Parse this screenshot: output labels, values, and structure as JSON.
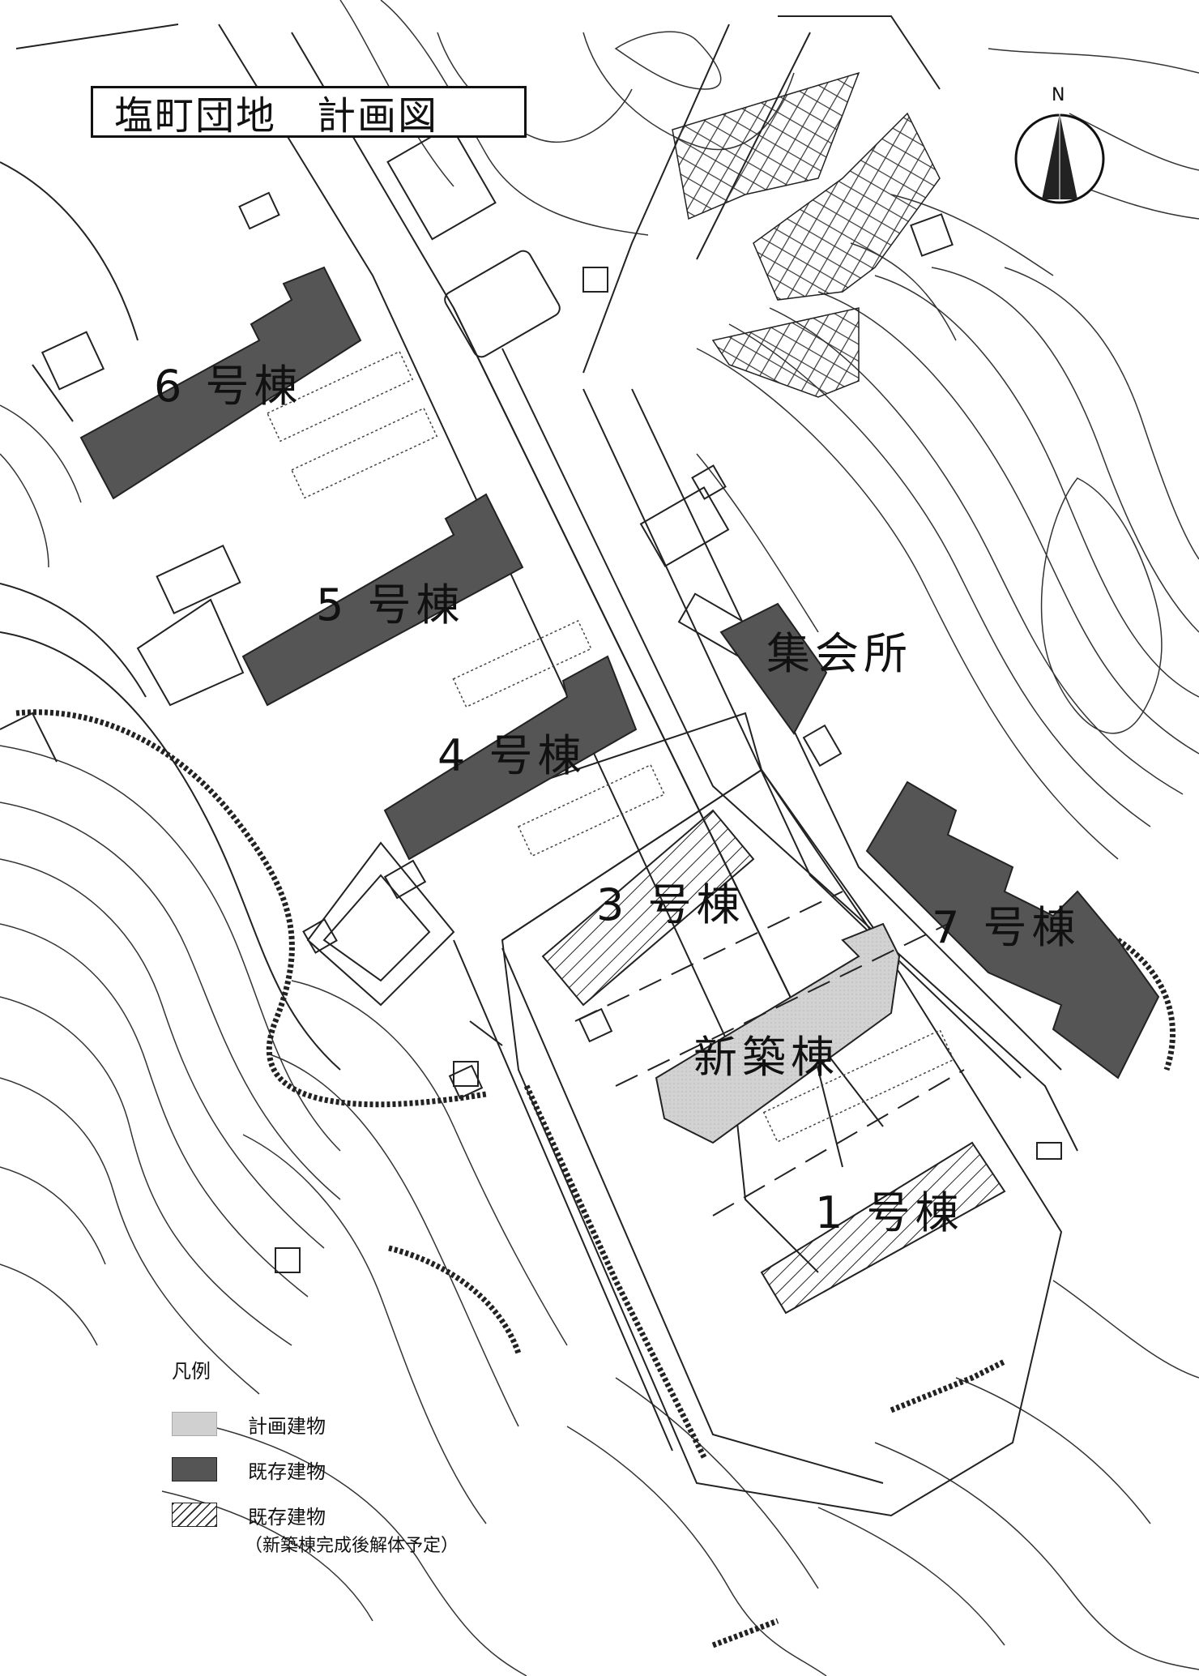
{
  "title": "塩町団地　計画図",
  "compass": {
    "letter": "N",
    "icon": "north-arrow-icon"
  },
  "colors": {
    "existing": "#555555",
    "planned": "#cfcfcf",
    "line": "#222222",
    "paper": "#ffffff"
  },
  "buildings": {
    "b6": "6 号棟",
    "b5": "5 号棟",
    "b4": "4 号棟",
    "b3": "3 号棟",
    "new": "新築棟",
    "hall": "集会所",
    "b7": "7 号棟",
    "b1": "1 号棟"
  },
  "legend": {
    "heading": "凡例",
    "planned": "計画建物",
    "existing": "既存建物",
    "demolish": "既存建物",
    "demolish_note": "（新築棟完成後解体予定）"
  }
}
